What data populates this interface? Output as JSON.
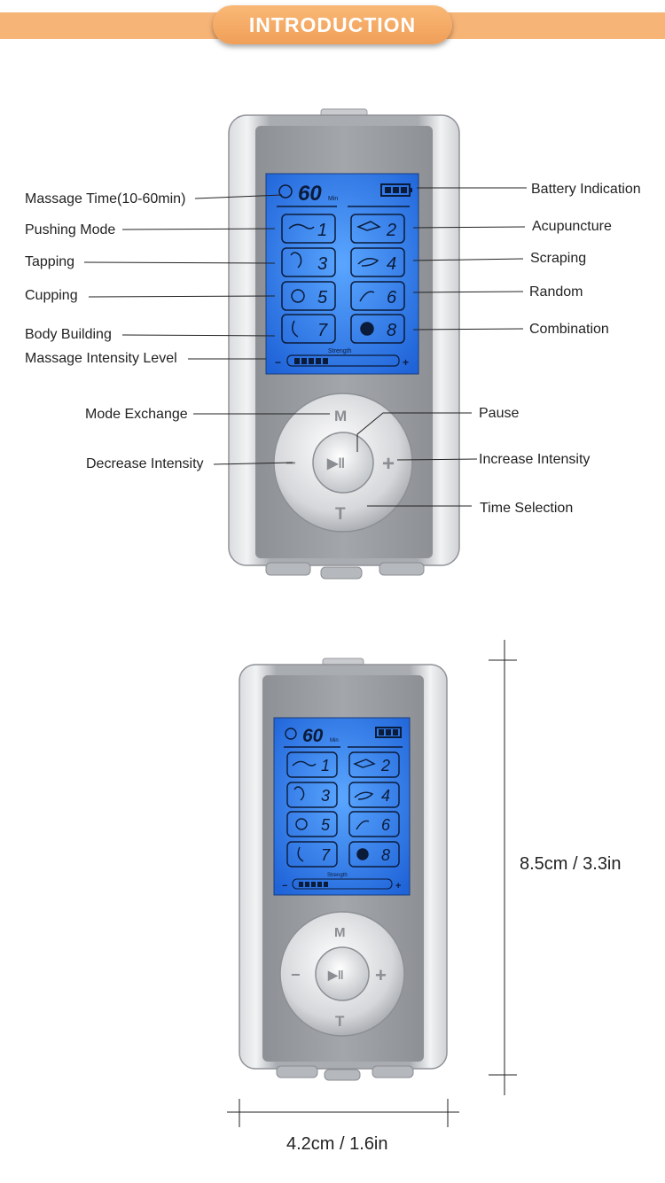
{
  "header": {
    "title": "INTRODUCTION"
  },
  "device": {
    "timer_value": "60",
    "timer_unit": "Min",
    "strength_label": "Strength",
    "minus_sign": "−",
    "plus_sign": "+",
    "modes": [
      "1",
      "2",
      "3",
      "4",
      "5",
      "6",
      "7",
      "8"
    ],
    "buttons": {
      "mode": "M",
      "time": "T",
      "decrease": "−",
      "increase": "+",
      "pause": "▶‖"
    }
  },
  "annotations": {
    "left": [
      "Massage Time(10-60min)",
      "Pushing Mode",
      "Tapping",
      "Cupping",
      "Body Building",
      "Massage Intensity Level",
      "Mode Exchange",
      "Decrease Intensity"
    ],
    "right": [
      "Battery Indication",
      "Acupuncture",
      "Scraping",
      "Random",
      "Combination",
      "Pause",
      "Increase Intensity",
      "Time Selection"
    ]
  },
  "dimensions": {
    "height": "8.5cm / 3.3in",
    "width": "4.2cm / 1.6in"
  },
  "colors": {
    "banner": "#f7b477",
    "lcd": "#2f7be6",
    "body": "#b9bcc1"
  }
}
